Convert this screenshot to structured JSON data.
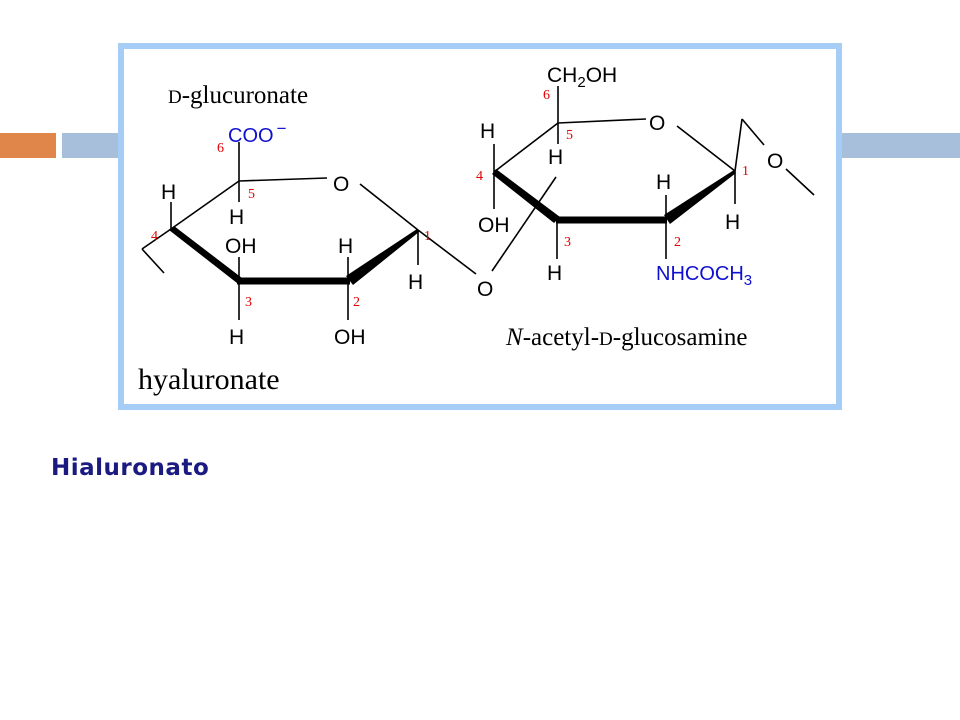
{
  "diagram": {
    "ring1": {
      "name_prefix": "D",
      "name_suffix": "-glucuronate",
      "carboxylate": "COO",
      "charge": "−",
      "ring_oxygen": "O",
      "hydroxyl": "OH",
      "hydrogen": "H",
      "positions": [
        "1",
        "2",
        "3",
        "4",
        "5",
        "6"
      ]
    },
    "linkage_oxygen": "O",
    "ring2": {
      "name_italic": "N",
      "name_mid": "-acetyl-",
      "name_small_caps": "D",
      "name_end": "-glucosamine",
      "hydroxymethyl_prefix": "CH",
      "hydroxymethyl_sub": "2",
      "hydroxymethyl_suffix": "OH",
      "acetamido_prefix": "NHCOCH",
      "acetamido_sub": "3",
      "ring_oxygen": "O",
      "glycosidic_oxygen": "O",
      "hydroxyl": "OH",
      "hydrogen": "H",
      "positions": [
        "1",
        "2",
        "3",
        "4",
        "5",
        "6"
      ]
    },
    "polymer_name": "hyaluronate"
  },
  "caption": "Hialuronato",
  "colors": {
    "frame": "#a6cdf5",
    "accent_orange": "#e0864a",
    "accent_blue": "#a8bfdc",
    "caption": "#1a1a80",
    "position_numbers": "#e00000",
    "group_labels": "#1010d0"
  }
}
